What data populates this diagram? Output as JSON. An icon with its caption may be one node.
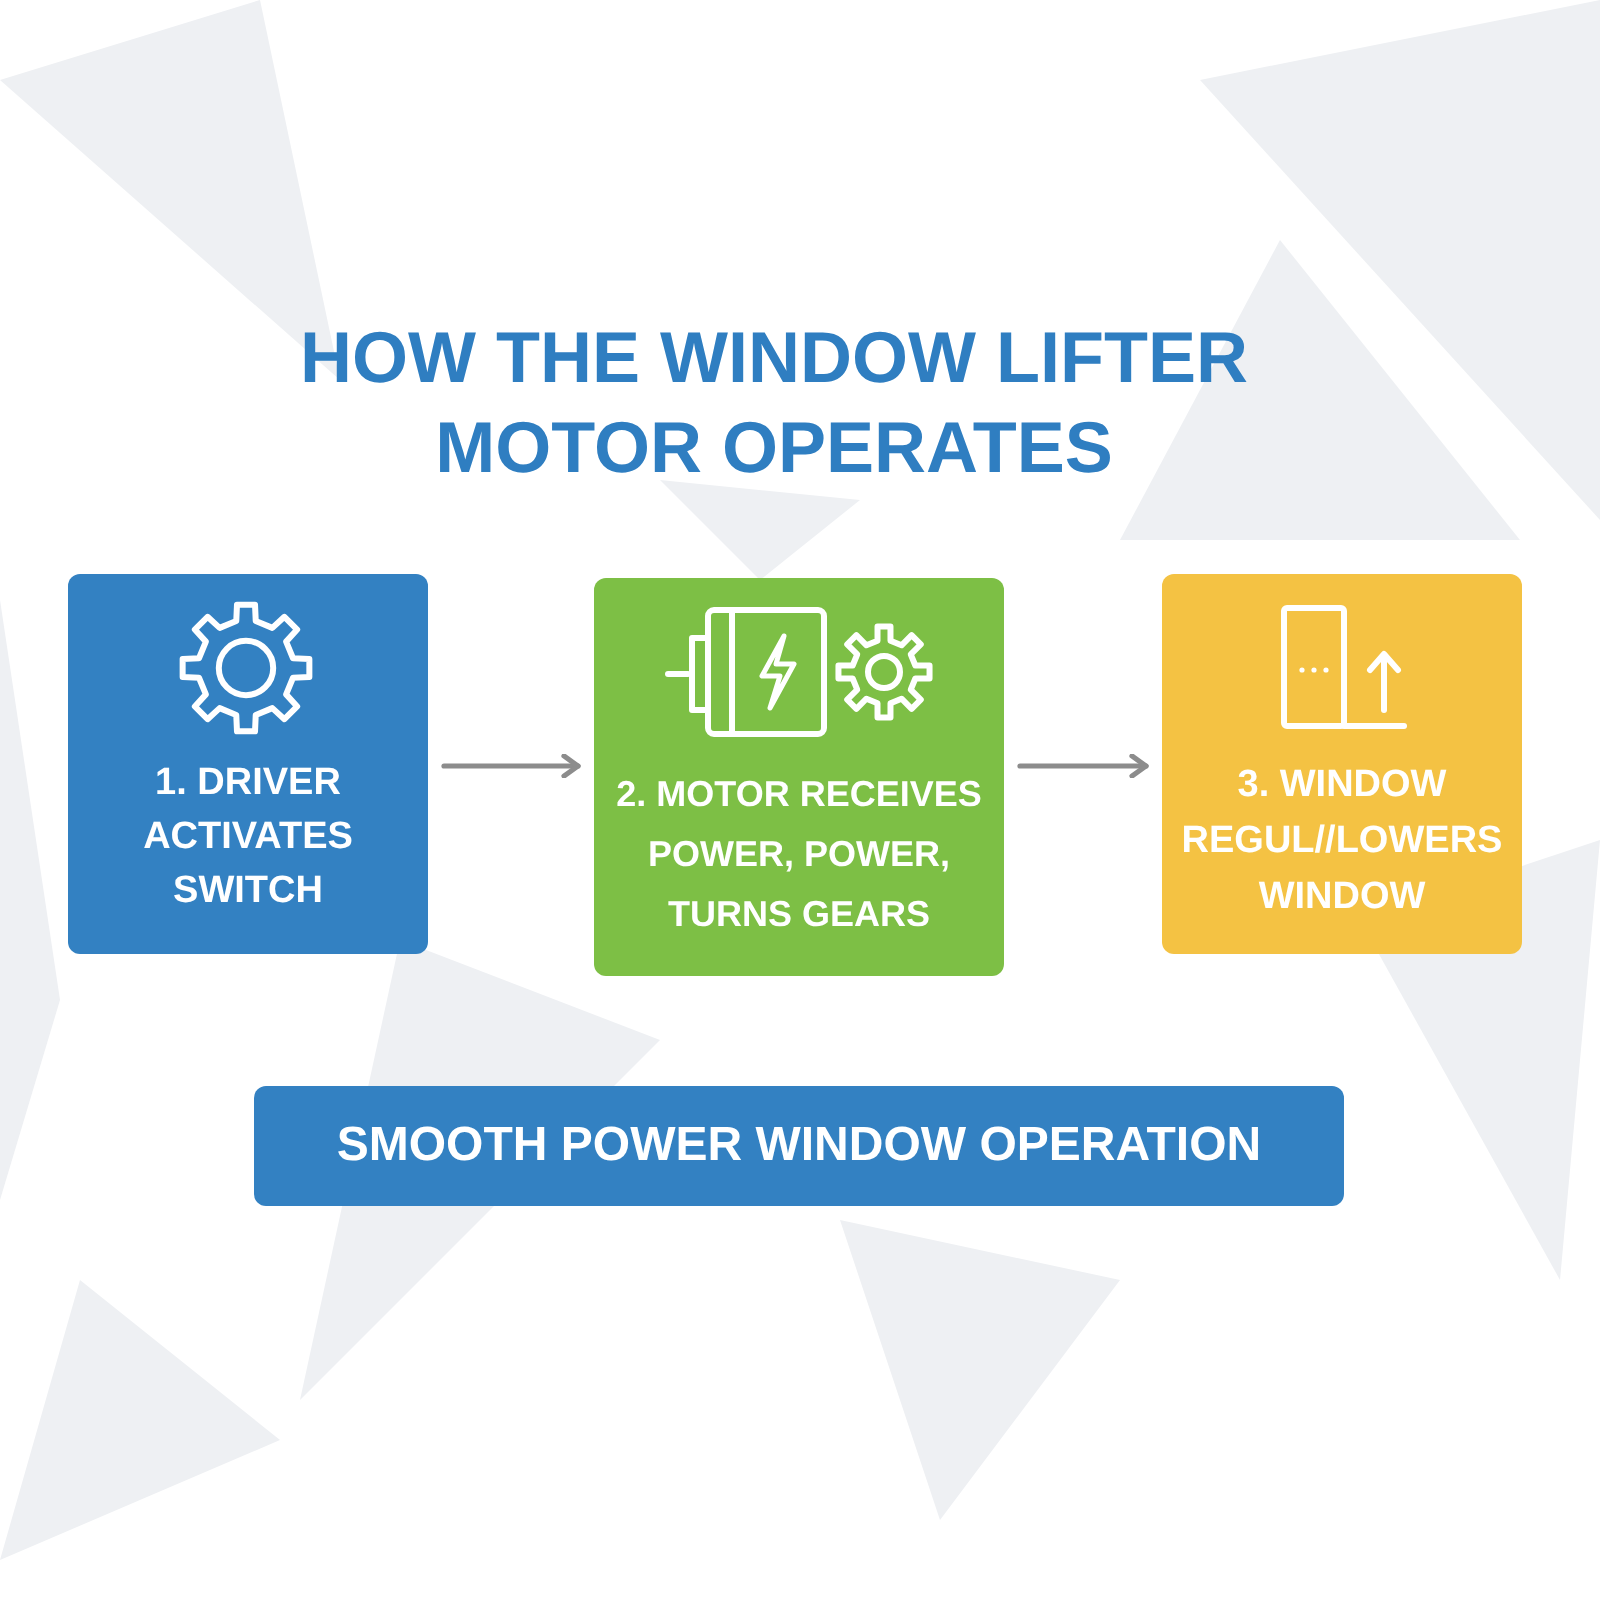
{
  "diagram": {
    "title": "HOW THE WINDOW LIFTER MOTOR OPERATES",
    "nodes": [
      {
        "text": [
          "1. DRIVER ACTIVATES SWITCH"
        ]
      },
      {
        "text": [
          "2. MOTOR RECEIVES POWER, POWER, TURNS GEARS"
        ]
      },
      {
        "text": [
          "3. WINDOW REGUL//LOWERS WINDOW"
        ]
      },
      {
        "text": [
          "SMOOTH POWER WINDOW OPERATION"
        ]
      }
    ],
    "edges": [
      {
        "from": 0,
        "to": 1,
        "arrow": "to"
      },
      {
        "from": 1,
        "to": 2,
        "arrow": "to"
      }
    ]
  }
}
